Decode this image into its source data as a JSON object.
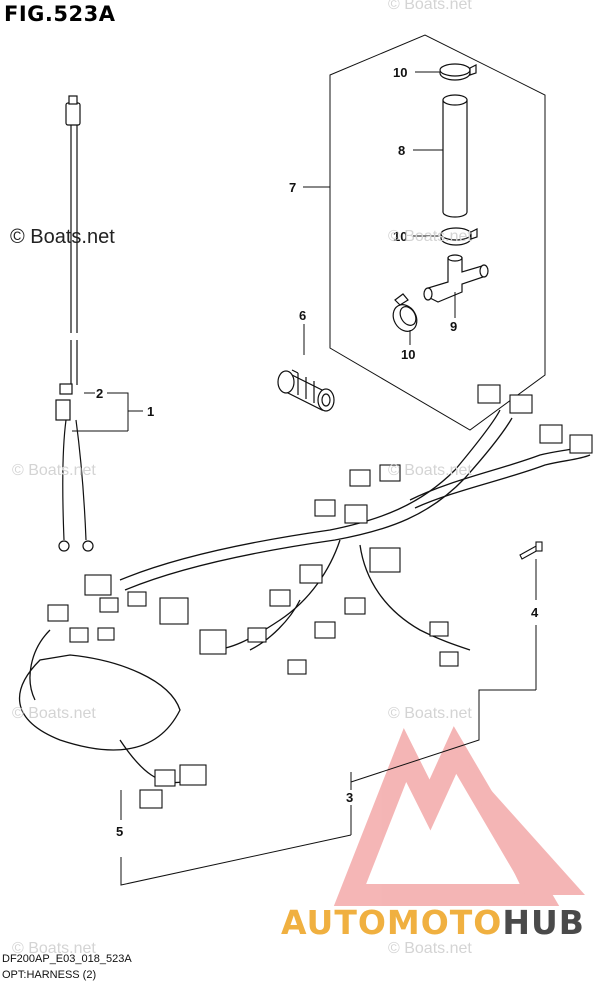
{
  "figure": {
    "title": "FIG.523A",
    "model_code": "DF200AP_E03_018_523A",
    "caption": "OPT:HARNESS (2)"
  },
  "watermark": {
    "main_text": "© Boats.net",
    "faint_text": "© Boats.net"
  },
  "brand_logo": {
    "word_part1": "AUTOMOTO",
    "word_part2": "HUB",
    "accent_color": "#f0b040",
    "dark_color": "#4a4a4a",
    "triangle_color": "#f3a9a9"
  },
  "callouts": [
    "1",
    "2",
    "3",
    "4",
    "5",
    "6",
    "7",
    "8",
    "9",
    "10",
    "10",
    "10"
  ]
}
